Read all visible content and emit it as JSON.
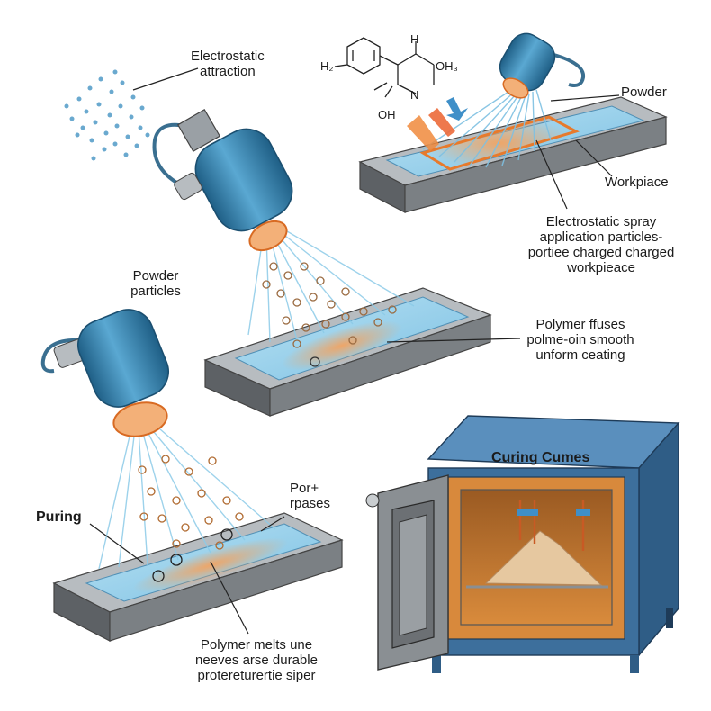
{
  "labels": {
    "electrostatic_attraction": [
      "Electrostatic",
      "attraction"
    ],
    "powder_top": "Powder",
    "workpiece": "Workpiace",
    "spray_caption": [
      "Electrostatic spray",
      "application particles-",
      "portiee charged charged",
      "workpieace"
    ],
    "powder_particles": [
      "Powder",
      "particles"
    ],
    "fuses_caption": [
      "Polymer ffuses",
      "polme-oin smooth",
      "unform ceating"
    ],
    "curing_title": "Curing Cumes",
    "puring": "Puring",
    "pores": [
      "Por+",
      "rpases"
    ],
    "melts_caption": [
      "Polymer melts une",
      "neeves arse durable",
      "protereturertie siper"
    ]
  },
  "chem": {
    "h2": "H₂",
    "h_top": "H",
    "oh3": "OH₃",
    "n": "N",
    "oh": "OH"
  },
  "colors": {
    "gun_blue": "#3f8fb8",
    "gun_dark": "#1f5f86",
    "spray_blue": "#8ccbe8",
    "tray_gray": "#6e7276",
    "tray_top": "#9ea3a7",
    "coat_blue": "#9fd3ec",
    "heat_orange": "#f08a3c",
    "oven_blue": "#3d6f9c",
    "oven_inner": "#c8742c",
    "powder_sand": "#e6c8a0"
  }
}
